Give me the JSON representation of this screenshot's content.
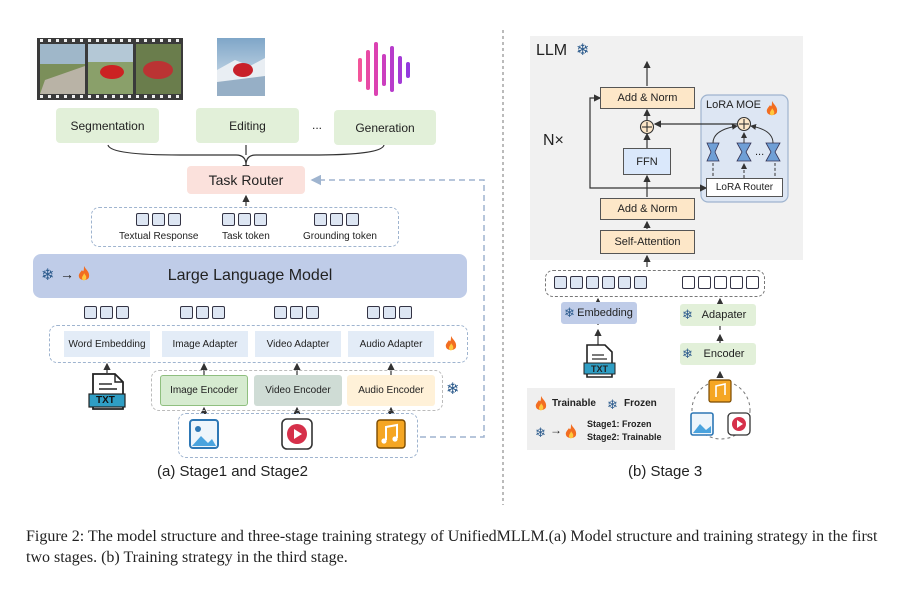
{
  "stage12": {
    "tasks": [
      "Segmentation",
      "Editing",
      "...",
      "Generation"
    ],
    "task_router": "Task Router",
    "output_tokens": [
      "Textual Response",
      "Task token",
      "Grounding token"
    ],
    "llm": "Large Language Model",
    "adapters": [
      "Word Embedding",
      "Image Adapter",
      "Video Adapter",
      "Audio Adapter"
    ],
    "encoders": [
      "Image Encoder",
      "Video Encoder",
      "Audio Encoder"
    ],
    "txt": "TXT",
    "caption": "(a) Stage1 and Stage2"
  },
  "stage3": {
    "llm_label": "LLM",
    "repeat": "N×",
    "add_norm_top": "Add & Norm",
    "ffn": "FFN",
    "add_norm_bottom": "Add & Norm",
    "self_attention": "Self-Attention",
    "lora_moe": "LoRA MOE",
    "dots": "...",
    "lora_router": "LoRA Router",
    "embedding": "Embedding",
    "adapter": "Adapater",
    "encoder": "Encoder",
    "txt": "TXT",
    "legend": {
      "trainable": "Trainable",
      "frozen": "Frozen",
      "stage1": "Stage1: Frozen",
      "stage2": "Stage2: Trainable"
    },
    "caption": "(b) Stage 3"
  },
  "figure_caption": "Figure 2: The model structure and three-stage training strategy of UnifiedMLLM.(a) Model structure and training strategy in the first two stages. (b) Training strategy in the third stage.",
  "colors": {
    "task_green": "#e2f0d9",
    "router_pink": "#fbe1dc",
    "llm_blue": "#bfcce8",
    "adapter_blue": "#e3ecf7",
    "image_encoder": "#d6ebd0",
    "video_encoder": "#cfdcd5",
    "audio_encoder": "#fff1d8",
    "stage3_panel": "#f1f1f1",
    "orange_block": "#fde7c8",
    "ffn_blue": "#dae8fb",
    "lora_panel": "#dde6f3"
  }
}
